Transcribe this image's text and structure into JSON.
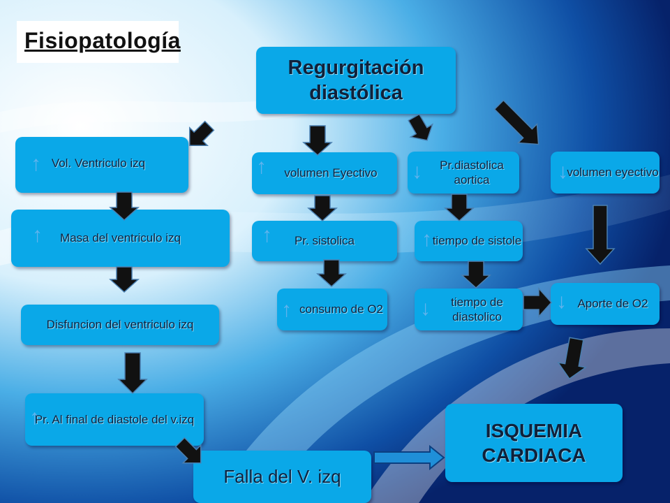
{
  "title": "Fisiopatología",
  "nodes": {
    "regurgitacion": "Regurgitación diastólica",
    "vol_ventriculo": "Vol. Ventriculo izq",
    "masa_ventriculo": "Masa del ventriculo izq",
    "disfuncion": "Disfuncion del ventriculo izq",
    "pr_final_diastole": "Pr. Al final de diastole del v.izq",
    "falla": "Falla del V. izq",
    "volumen_eyectivo_1": "volumen Eyectivo",
    "pr_sistolica": "Pr. sistolica",
    "consumo_o2": "consumo de O2",
    "pr_diastolica": "Pr.diastolica aortica",
    "tiempo_sistole": "tiempo de sistole",
    "tiempo_diastolico": "tiempo de diastolico",
    "volumen_eyectivo_2": "volumen eyectivo",
    "aporte_o2": "Aporte de O2",
    "isquemia": "ISQUEMIA CARDIACA"
  },
  "indicators": {
    "up": "↑",
    "down": "↓"
  },
  "colors": {
    "node_fill": "#0aa8e8",
    "arrow_fill": "#111111",
    "background_dark": "#08276e",
    "background_light": "#eaf6fd"
  }
}
